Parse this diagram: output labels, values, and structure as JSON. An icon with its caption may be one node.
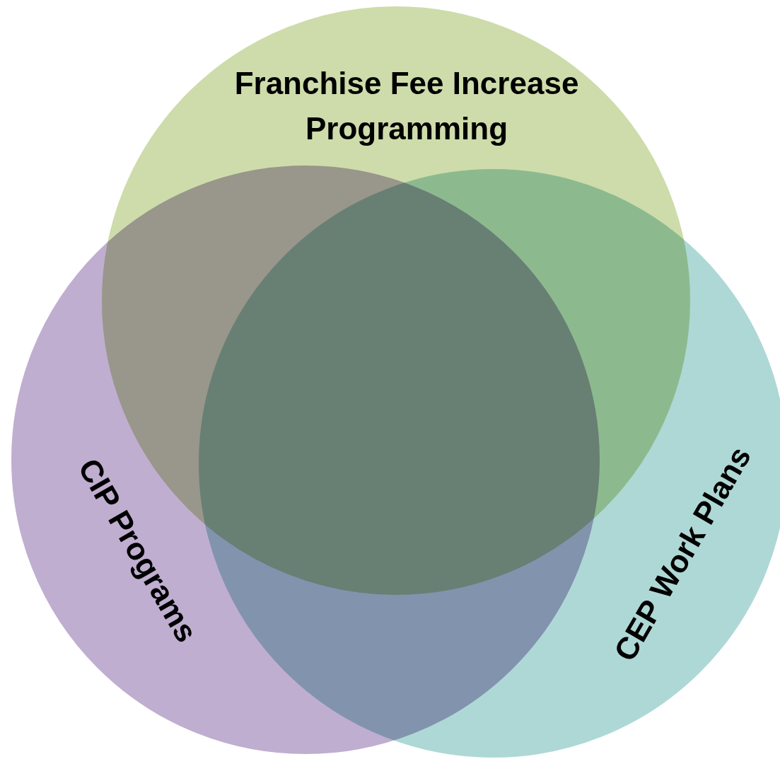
{
  "diagram": {
    "nodes": [
      {
        "text": [
          "Franchise Fee Increase Programming"
        ]
      },
      {
        "text": [
          "CIP Programs"
        ]
      },
      {
        "text": [
          "CEP Work Plans"
        ]
      }
    ]
  }
}
